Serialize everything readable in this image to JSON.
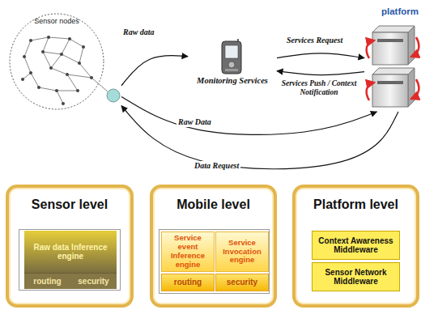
{
  "diagram": {
    "nodes": [
      {
        "text": [
          "Sensor nodes"
        ]
      },
      {
        "text": [
          "Monitoring Services"
        ]
      },
      {
        "text": [
          "platform"
        ]
      },
      {
        "text": [
          "Sensor level"
        ]
      },
      {
        "text": [
          "Raw data Inference engine"
        ],
        "in": 3
      },
      {
        "text": [
          "routing"
        ],
        "in": 3
      },
      {
        "text": [
          "security"
        ],
        "in": 3
      },
      {
        "text": [
          "Mobile level"
        ]
      },
      {
        "text": [
          "Service event Inference engine"
        ],
        "in": 7
      },
      {
        "text": [
          "Service Invocation engine"
        ],
        "in": 7
      },
      {
        "text": [
          "routing"
        ],
        "in": 7
      },
      {
        "text": [
          "security"
        ],
        "in": 7
      },
      {
        "text": [
          "Platform level"
        ]
      },
      {
        "text": [
          "Context Awareness Middleware"
        ],
        "in": 12
      },
      {
        "text": [
          "Sensor Network Middleware"
        ],
        "in": 12
      }
    ],
    "edges": [
      {
        "from": 0,
        "to": 1,
        "label": "Raw data",
        "arrow": "to"
      },
      {
        "from": 1,
        "to": 2,
        "label": "Services Request",
        "arrow": "to"
      },
      {
        "from": 2,
        "to": 1,
        "label": "Services Push / Context Notification",
        "arrow": "to"
      },
      {
        "from": 0,
        "to": 2,
        "label": "Raw Data",
        "arrow": "to"
      },
      {
        "from": 2,
        "to": 0,
        "label": "Data Request",
        "arrow": "to"
      }
    ]
  }
}
